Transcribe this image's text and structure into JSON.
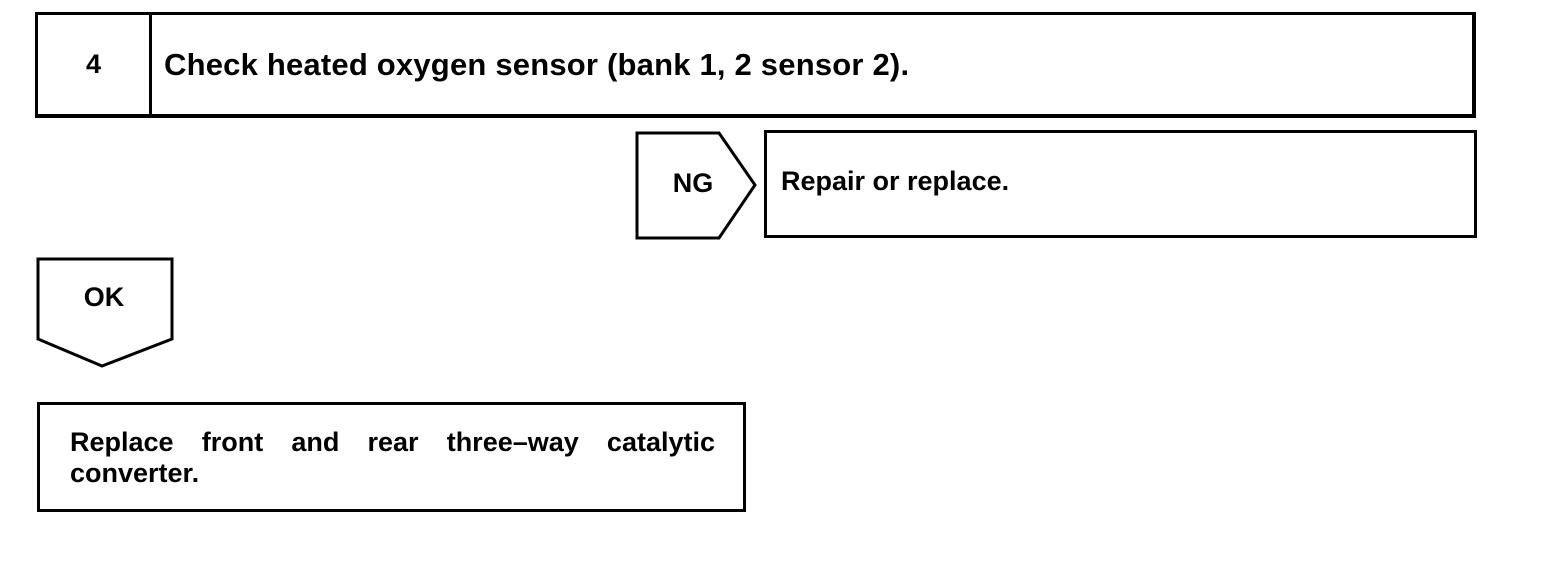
{
  "step": {
    "number": "4",
    "title": "Check heated oxygen sensor (bank 1, 2 sensor 2)."
  },
  "ng_branch": {
    "label": "NG",
    "result": "Repair or replace."
  },
  "ok_branch": {
    "label": "OK",
    "result": "Replace front and rear three–way catalytic converter."
  },
  "colors": {
    "line": "#000000",
    "background": "#ffffff"
  }
}
